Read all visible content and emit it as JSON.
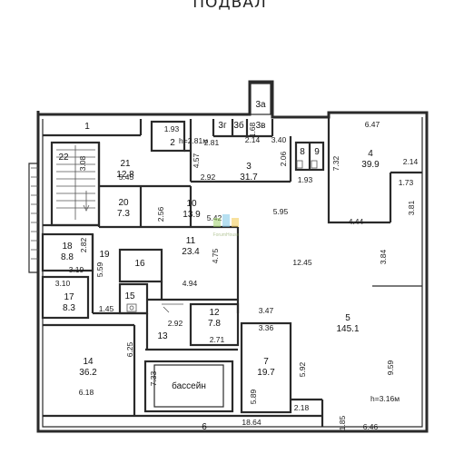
{
  "title": "ПОДВАЛ",
  "room_numbers": {
    "r1": "1",
    "r2": "2",
    "r3": "3",
    "r3a": "3а",
    "r3b": "3б",
    "r3v": "3в",
    "r3g": "3г",
    "r4": "4",
    "r5": "5",
    "r6": "6",
    "r7": "7",
    "r8": "8",
    "r9": "9",
    "r10": "10",
    "r11": "11",
    "r12": "12",
    "r13": "13",
    "r14": "14",
    "r15": "15",
    "r16": "16",
    "r17": "17",
    "r18": "18",
    "r19": "19",
    "r20": "20",
    "r21": "21",
    "r22": "22"
  },
  "room_areas": {
    "r3": "31.7",
    "r4": "39.9",
    "r5": "145.1",
    "r7": "19.7",
    "r10": "13.9",
    "r11": "23.4",
    "r12": "7.8",
    "r14": "36.2",
    "r17": "8.3",
    "r18": "8.8",
    "r20": "7.3",
    "r21": "12.8"
  },
  "dimensions": [
    "1.93",
    "1.68",
    "2.14",
    "3.40",
    "6.47",
    "2.81",
    "4.57",
    "3.08",
    "5.45",
    "2.92",
    "2.06",
    "7.32",
    "1.93",
    "2.14",
    "1.73",
    "3.81",
    "2.56",
    "5.42",
    "5.95",
    "4.44",
    "2.82",
    "5.59",
    "3.19",
    "4.75",
    "12.45",
    "3.84",
    "3.10",
    "4.94",
    "1.45",
    "3.47",
    "2.92",
    "3.36",
    "2.71",
    "6.25",
    "5.92",
    "9.59",
    "7.33",
    "6.18",
    "5.89",
    "2.18",
    "18.64",
    "1.85",
    "6.46",
    "3.16"
  ],
  "labels": {
    "ceiling_1": "h=2.81м",
    "ceiling_2": "h=3.16м",
    "pool": "бассейн",
    "watermark": "ForumHouse"
  }
}
